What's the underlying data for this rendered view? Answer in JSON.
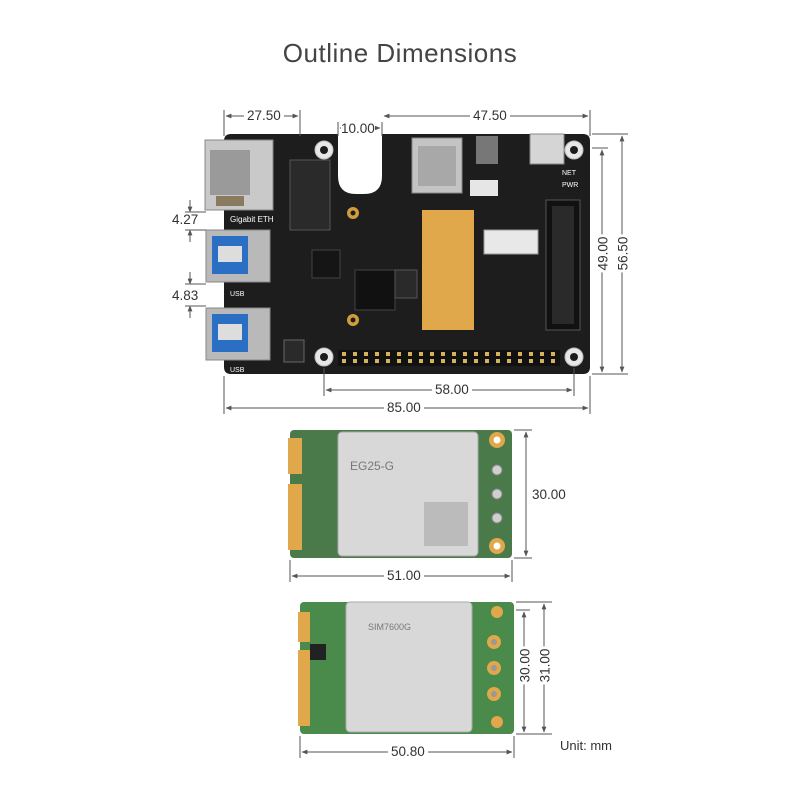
{
  "title": "Outline Dimensions",
  "unit_note": "Unit: mm",
  "hat": {
    "dim_27_50": "27.50",
    "dim_10_00": "10.00",
    "dim_47_50": "47.50",
    "dim_4_27": "4.27",
    "dim_4_83": "4.83",
    "dim_58_00": "58.00",
    "dim_85_00": "85.00",
    "dim_49_00": "49.00",
    "dim_56_50": "56.50",
    "labels": {
      "eth": "Gigabit ETH",
      "usb1": "USB",
      "usb2": "USB",
      "net": "NET",
      "pwr": "PWR"
    }
  },
  "module_eg25": {
    "width": "51.00",
    "height": "30.00",
    "chip_text": "EG25-G"
  },
  "module_sim7600": {
    "width": "50.80",
    "height1": "30.00",
    "height2": "31.00",
    "chip_text": "SIM7600G"
  },
  "colors": {
    "board": "#1d1d1d",
    "pcb_green": "#4a7a4a",
    "gold": "#e0a84b",
    "line": "#555555"
  }
}
